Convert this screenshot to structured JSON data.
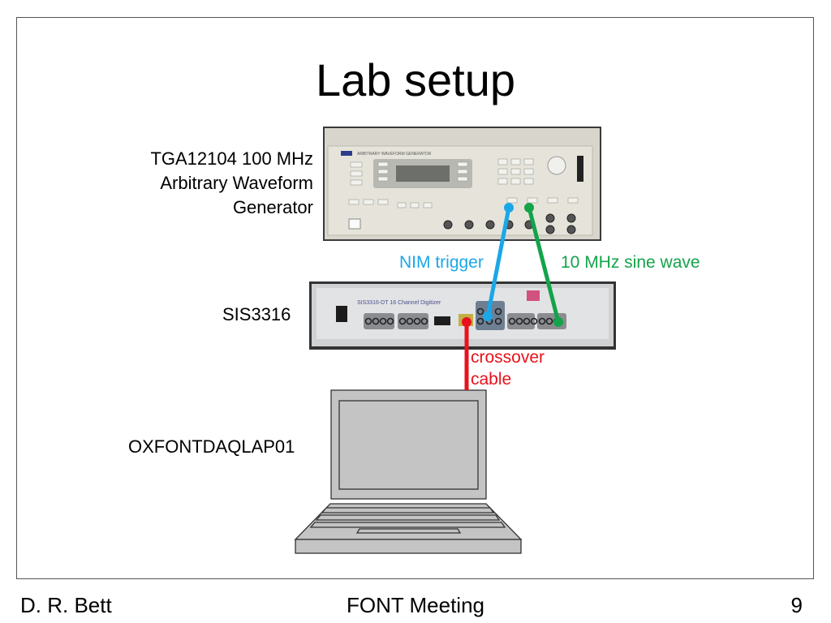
{
  "slide": {
    "title": "Lab setup",
    "devices": {
      "generator": {
        "label_lines": [
          "TGA12104 100 MHz",
          "Arbitrary Waveform",
          "Generator"
        ],
        "panel_text": "ARBITRARY WAVEFORM GENERATOR"
      },
      "digitizer": {
        "label": "SIS3316",
        "panel_text": "SIS3316-DT 16 Channel Digitizer"
      },
      "laptop": {
        "label": "OXFONTDAQLAP01"
      }
    },
    "connections": [
      {
        "label": "NIM trigger",
        "color": "#1aa7e8"
      },
      {
        "label": "10 MHz sine wave",
        "color": "#14a34a"
      },
      {
        "label_lines": [
          "crossover",
          "cable"
        ],
        "color": "#e8121c"
      }
    ]
  },
  "footer": {
    "author": "D. R. Bett",
    "event": "FONT Meeting",
    "page_number": "9"
  }
}
